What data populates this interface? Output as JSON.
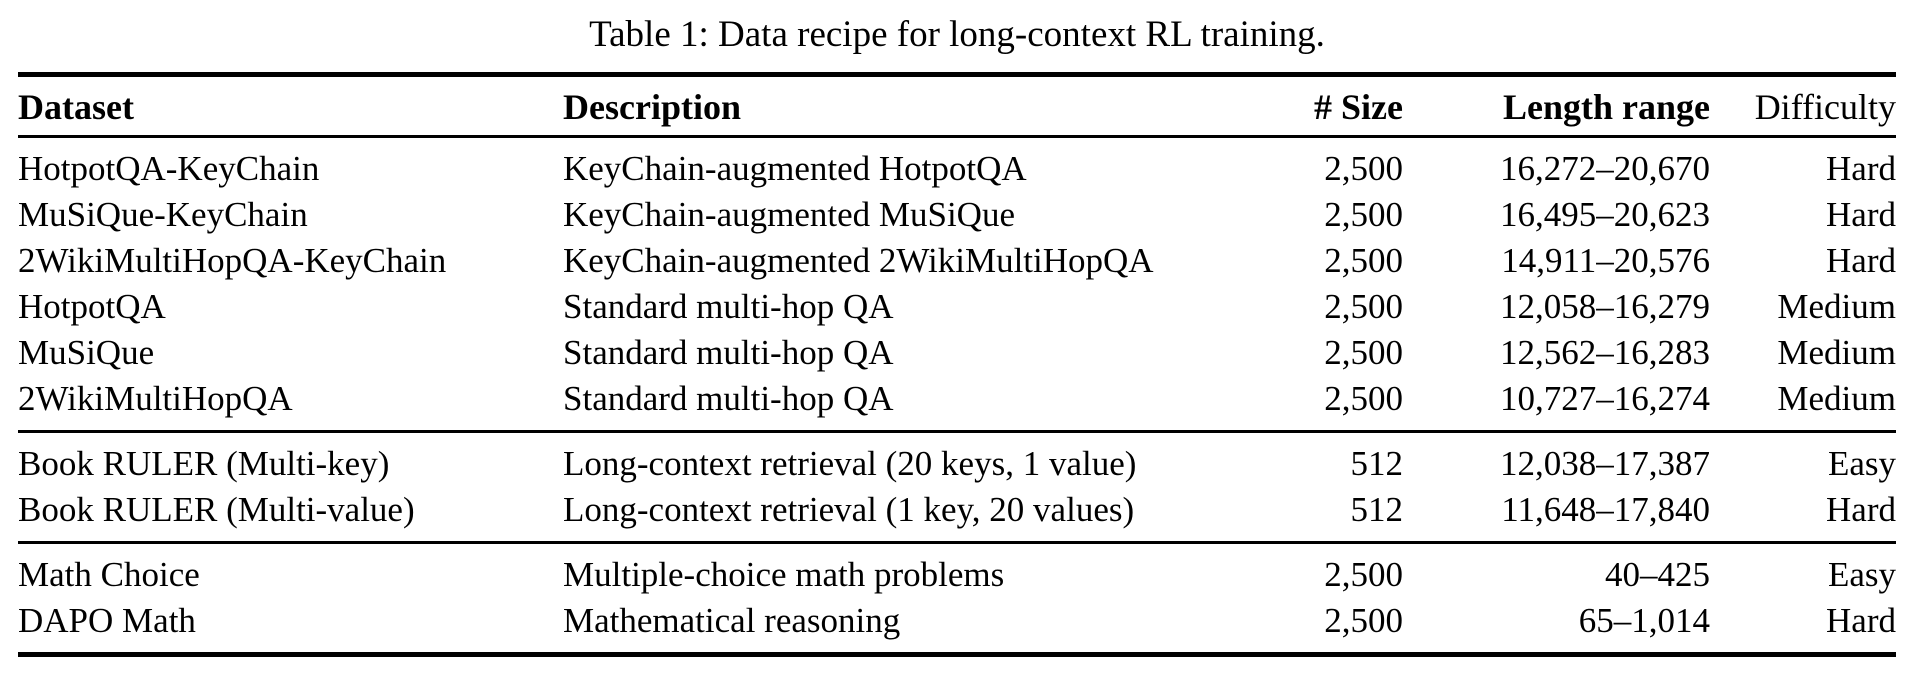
{
  "caption": "Table 1: Data recipe for long-context RL training.",
  "table": {
    "headers": {
      "dataset": "Dataset",
      "description": "Description",
      "size": "# Size",
      "length_range": "Length range",
      "difficulty": "Difficulty"
    },
    "groups": [
      {
        "rows": [
          {
            "dataset": "HotpotQA-KeyChain",
            "description": "KeyChain-augmented HotpotQA",
            "size": "2,500",
            "length_range": "16,272–20,670",
            "difficulty": "Hard"
          },
          {
            "dataset": "MuSiQue-KeyChain",
            "description": "KeyChain-augmented MuSiQue",
            "size": "2,500",
            "length_range": "16,495–20,623",
            "difficulty": "Hard"
          },
          {
            "dataset": "2WikiMultiHopQA-KeyChain",
            "description": "KeyChain-augmented 2WikiMultiHopQA",
            "size": "2,500",
            "length_range": "14,911–20,576",
            "difficulty": "Hard"
          },
          {
            "dataset": "HotpotQA",
            "description": "Standard multi-hop QA",
            "size": "2,500",
            "length_range": "12,058–16,279",
            "difficulty": "Medium"
          },
          {
            "dataset": "MuSiQue",
            "description": "Standard multi-hop QA",
            "size": "2,500",
            "length_range": "12,562–16,283",
            "difficulty": "Medium"
          },
          {
            "dataset": "2WikiMultiHopQA",
            "description": "Standard multi-hop QA",
            "size": "2,500",
            "length_range": "10,727–16,274",
            "difficulty": "Medium"
          }
        ]
      },
      {
        "rows": [
          {
            "dataset": "Book RULER (Multi-key)",
            "description": "Long-context retrieval (20 keys, 1 value)",
            "size": "512",
            "length_range": "12,038–17,387",
            "difficulty": "Easy"
          },
          {
            "dataset": "Book RULER (Multi-value)",
            "description": "Long-context retrieval (1 key, 20 values)",
            "size": "512",
            "length_range": "11,648–17,840",
            "difficulty": "Hard"
          }
        ]
      },
      {
        "rows": [
          {
            "dataset": "Math Choice",
            "description": "Multiple-choice math problems",
            "size": "2,500",
            "length_range": "40–425",
            "difficulty": "Easy"
          },
          {
            "dataset": "DAPO Math",
            "description": "Mathematical reasoning",
            "size": "2,500",
            "length_range": "65–1,014",
            "difficulty": "Hard"
          }
        ]
      }
    ]
  },
  "colors": {
    "text": "#000000",
    "background": "#ffffff",
    "rule": "#000000"
  }
}
